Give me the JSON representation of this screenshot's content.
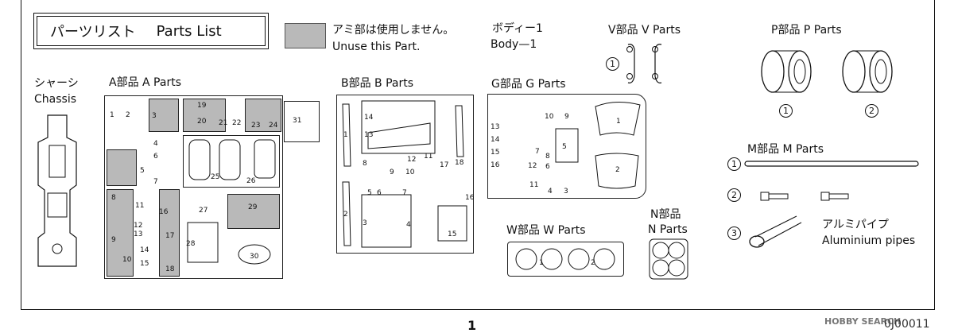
{
  "header": {
    "title_jp": "パーツリスト",
    "title_en": "Parts List"
  },
  "legend": {
    "unuse_jp": "アミ部は使用しません。",
    "unuse_en": "Unuse this Part."
  },
  "body": {
    "jp": "ボディー1",
    "en": "Body—1"
  },
  "chassis": {
    "jp": "シャーシ",
    "en": "Chassis"
  },
  "parts": {
    "a": "A部品 A Parts",
    "b": "B部品 B Parts",
    "g": "G部品 G Parts",
    "v": "V部品 V Parts",
    "p": "P部品 P Parts",
    "m": "M部品 M Parts",
    "w": "W部品 W Parts",
    "n_jp": "N部品",
    "n_en": "N Parts"
  },
  "aluminium": {
    "jp": "アルミパイプ",
    "en": "Aluminium pipes"
  },
  "circled": {
    "one": "1",
    "two": "2",
    "three": "3"
  },
  "a_nums": [
    "1",
    "2",
    "3",
    "4",
    "5",
    "6",
    "7",
    "8",
    "9",
    "10",
    "11",
    "12",
    "13",
    "14",
    "15",
    "16",
    "17",
    "18",
    "19",
    "20",
    "21",
    "22",
    "23",
    "24",
    "25",
    "26",
    "27",
    "28",
    "29",
    "30",
    "31"
  ],
  "b_nums": [
    "1",
    "2",
    "3",
    "4",
    "5",
    "6",
    "7",
    "8",
    "9",
    "10",
    "11",
    "12",
    "13",
    "14",
    "15",
    "16",
    "17",
    "18"
  ],
  "g_nums": [
    "1",
    "2",
    "3",
    "4",
    "5",
    "6",
    "7",
    "8",
    "9",
    "10",
    "11",
    "12",
    "13",
    "14",
    "15",
    "16"
  ],
  "w_nums": [
    "1",
    "2"
  ],
  "footer": {
    "page": "1",
    "watermark": "HOBBY SEARCH",
    "code": "0J00011"
  },
  "colors": {
    "unused_gray": "#b9b9b9",
    "line": "#111111"
  }
}
